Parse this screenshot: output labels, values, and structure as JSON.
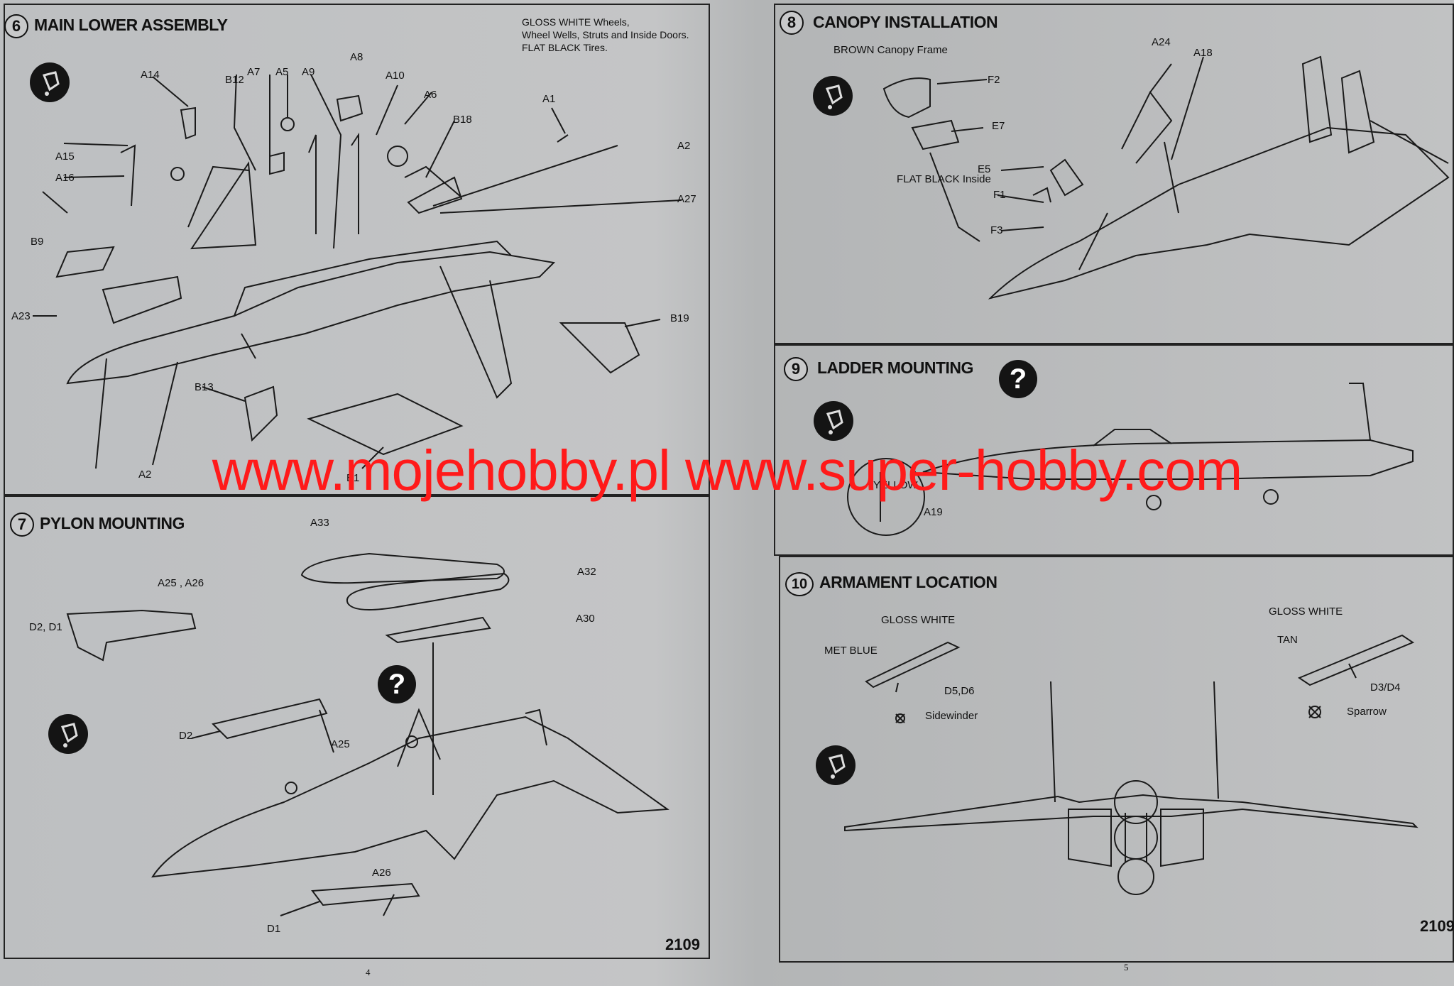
{
  "watermark": "www.mojehobby.pl www.super-hobby.com",
  "kit_number": "2109",
  "page_numbers": {
    "left": "4",
    "right": "5"
  },
  "steps": [
    {
      "number": "6",
      "title": "MAIN LOWER ASSEMBLY",
      "paint_note": [
        "GLOSS WHITE Wheels,",
        "Wheel Wells, Struts and Inside Doors.",
        "FLAT BLACK Tires."
      ],
      "parts": [
        "A14",
        "B12",
        "A7",
        "A5",
        "A9",
        "A8",
        "A10",
        "A6",
        "B18",
        "A1",
        "A2",
        "A15",
        "A16",
        "A27",
        "B9",
        "A23",
        "B19",
        "B13",
        "A2",
        "B1"
      ]
    },
    {
      "number": "7",
      "title": "PYLON MOUNTING",
      "parts": [
        "A33",
        "A32",
        "A30",
        "A25 , A26",
        "D2, D1",
        "D2",
        "A25",
        "A26",
        "D1"
      ]
    },
    {
      "number": "8",
      "title": "CANOPY INSTALLATION",
      "parts": [
        "BROWN Canopy Frame",
        "F2",
        "E7",
        "FLAT BLACK Inside",
        "E5",
        "F1",
        "F3",
        "A24",
        "A18"
      ]
    },
    {
      "number": "9",
      "title": "LADDER MOUNTING",
      "parts": [
        "YELLOW",
        "A19"
      ]
    },
    {
      "number": "10",
      "title": "ARMAMENT LOCATION",
      "parts": [
        "GLOSS WHITE",
        "MET BLUE",
        "D5,D6",
        "Sidewinder",
        "GLOSS WHITE",
        "TAN",
        "D3/D4",
        "Sparrow"
      ]
    }
  ],
  "icons": [
    "glue-icon",
    "question-icon",
    "sidewinder-symbol-icon",
    "sparrow-symbol-icon"
  ]
}
